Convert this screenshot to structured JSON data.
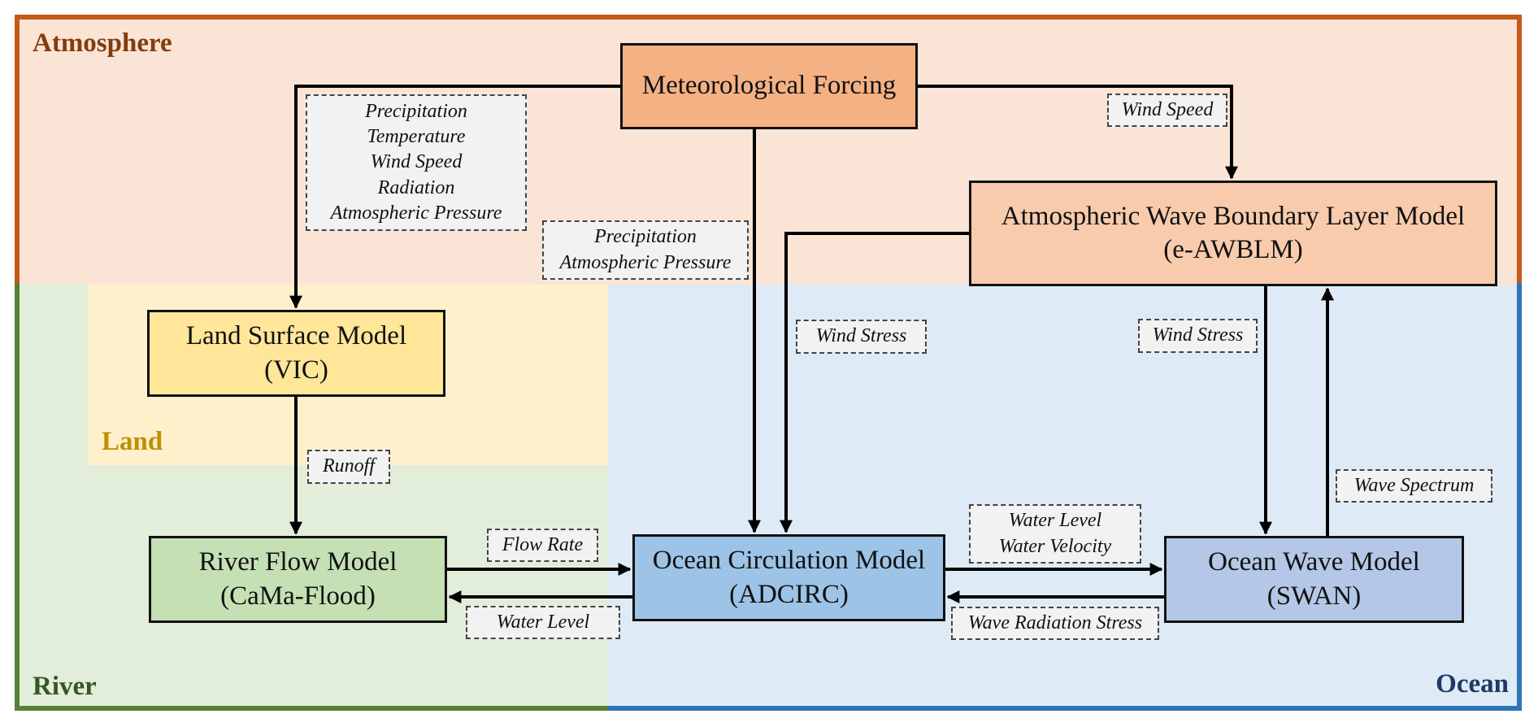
{
  "regions": {
    "atmosphere": {
      "label": "Atmosphere",
      "color": "#843c0c",
      "fill": "#fae4d6",
      "border": "#c55a16"
    },
    "land": {
      "label": "Land",
      "color": "#bf9000",
      "fill": "#fff0cc"
    },
    "river": {
      "label": "River",
      "color": "#375623",
      "fill": "#e2eed9",
      "border": "#548235"
    },
    "ocean": {
      "label": "Ocean",
      "color": "#1f3864",
      "fill": "#deebf6",
      "border": "#2e75b6"
    }
  },
  "models": {
    "met": {
      "line1": "Meteorological Forcing"
    },
    "awblm": {
      "line1": "Atmospheric Wave Boundary Layer Model",
      "line2": "(e-AWBLM)"
    },
    "lsm": {
      "line1": "Land Surface Model",
      "line2": "(VIC)"
    },
    "rfm": {
      "line1": "River Flow Model",
      "line2": "(CaMa-Flood)"
    },
    "ocm": {
      "line1": "Ocean Circulation Model",
      "line2": "(ADCIRC)"
    },
    "owm": {
      "line1": "Ocean Wave Model",
      "line2": "(SWAN)"
    }
  },
  "tags": {
    "met_to_lsm": [
      "Precipitation",
      "Temperature",
      "Wind Speed",
      "Radiation",
      "Atmospheric Pressure"
    ],
    "met_to_ocm": [
      "Precipitation",
      "Atmospheric Pressure"
    ],
    "met_to_awblm": [
      "Wind Speed"
    ],
    "awblm_to_ocm": [
      "Wind Stress"
    ],
    "awblm_to_owm": [
      "Wind Stress"
    ],
    "lsm_to_rfm": [
      "Runoff"
    ],
    "rfm_to_ocm": [
      "Flow Rate"
    ],
    "ocm_to_rfm": [
      "Water Level"
    ],
    "ocm_to_owm": [
      "Water Level",
      "Water Velocity"
    ],
    "owm_to_ocm": [
      "Wave Radiation Stress"
    ],
    "owm_to_awblm": [
      "Wave Spectrum"
    ]
  }
}
